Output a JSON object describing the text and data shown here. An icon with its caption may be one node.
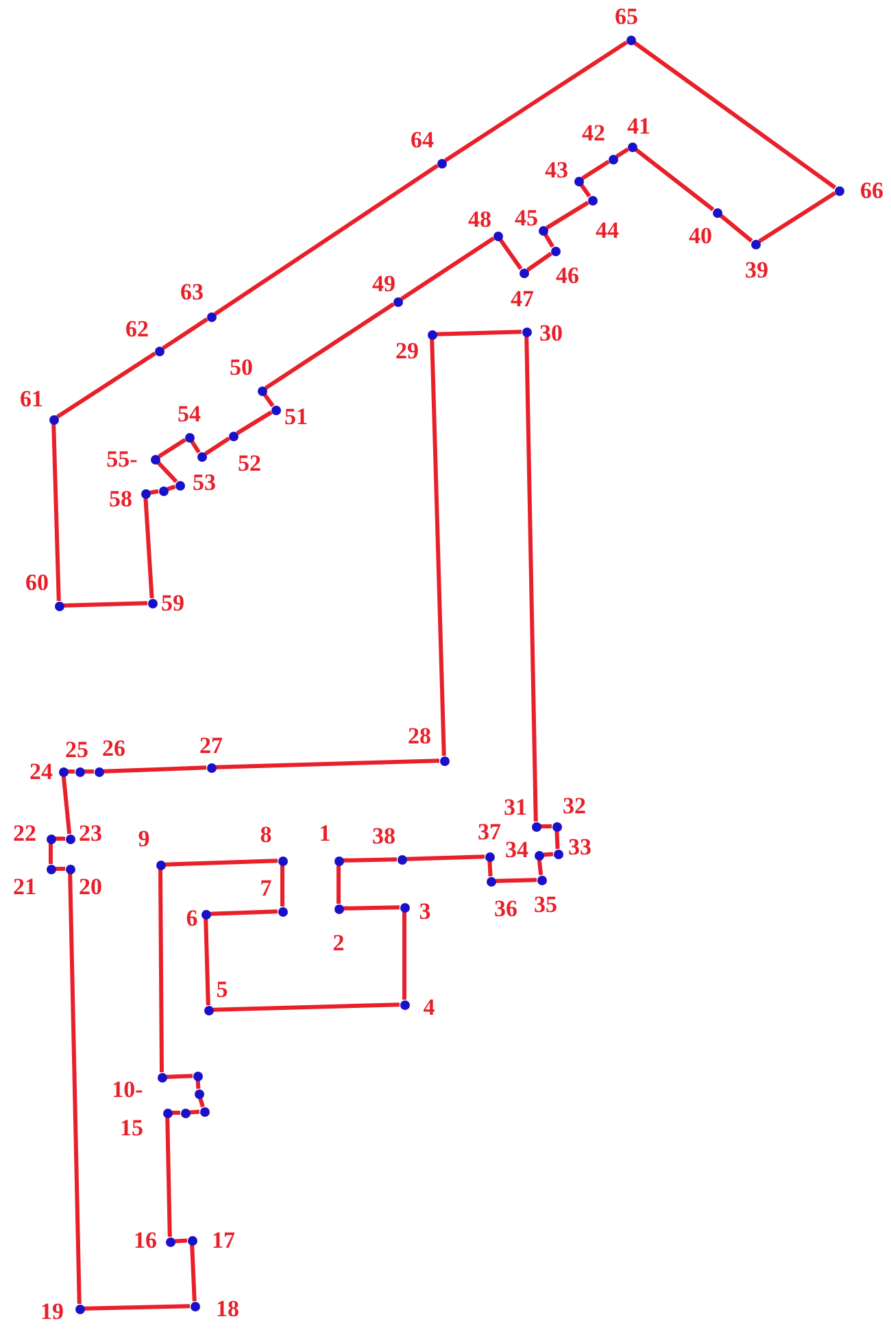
{
  "diagram": {
    "nodes": [
      {
        "text": [
          "1"
        ]
      },
      {
        "text": [
          "2"
        ]
      },
      {
        "text": [
          "3"
        ]
      },
      {
        "text": [
          "4"
        ]
      },
      {
        "text": [
          "5"
        ]
      },
      {
        "text": [
          "6"
        ]
      },
      {
        "text": [
          "7"
        ]
      },
      {
        "text": [
          "8"
        ]
      },
      {
        "text": [
          "9"
        ]
      },
      {
        "text": [
          "10-"
        ]
      },
      {
        "text": [],
        "shape": "circle"
      },
      {
        "text": [],
        "shape": "circle"
      },
      {
        "text": [],
        "shape": "circle"
      },
      {
        "text": [],
        "shape": "circle"
      },
      {
        "text": [
          "15"
        ]
      },
      {
        "text": [
          "16"
        ]
      },
      {
        "text": [
          "17"
        ]
      },
      {
        "text": [
          "18"
        ]
      },
      {
        "text": [
          "19"
        ]
      },
      {
        "text": [
          "20"
        ]
      },
      {
        "text": [
          "21"
        ]
      },
      {
        "text": [
          "22"
        ]
      },
      {
        "text": [
          "23"
        ]
      },
      {
        "text": [
          "24"
        ]
      },
      {
        "text": [
          "25"
        ]
      },
      {
        "text": [
          "26"
        ]
      },
      {
        "text": [
          "27"
        ]
      },
      {
        "text": [
          "28"
        ]
      },
      {
        "text": [
          "29"
        ]
      },
      {
        "text": [
          "30"
        ]
      },
      {
        "text": [
          "31"
        ]
      },
      {
        "text": [
          "32"
        ]
      },
      {
        "text": [
          "33"
        ]
      },
      {
        "text": [
          "34"
        ]
      },
      {
        "text": [
          "35"
        ]
      },
      {
        "text": [
          "36"
        ]
      },
      {
        "text": [
          "37"
        ]
      },
      {
        "text": [
          "38"
        ]
      },
      {
        "text": [
          "39"
        ]
      },
      {
        "text": [
          "40"
        ]
      },
      {
        "text": [
          "41"
        ]
      },
      {
        "text": [
          "42"
        ]
      },
      {
        "text": [
          "43"
        ]
      },
      {
        "text": [
          "44"
        ]
      },
      {
        "text": [
          "45"
        ]
      },
      {
        "text": [
          "46"
        ]
      },
      {
        "text": [
          "47"
        ]
      },
      {
        "text": [
          "48"
        ]
      },
      {
        "text": [
          "49"
        ]
      },
      {
        "text": [
          "50"
        ]
      },
      {
        "text": [
          "51"
        ]
      },
      {
        "text": [
          "52"
        ]
      },
      {
        "text": [],
        "shape": "circle"
      },
      {
        "text": [
          "54"
        ]
      },
      {
        "text": [
          "55-"
        ]
      },
      {
        "text": [
          "53"
        ]
      },
      {
        "text": [],
        "shape": "circle"
      },
      {
        "text": [
          "58"
        ]
      },
      {
        "text": [
          "59"
        ]
      },
      {
        "text": [
          "60"
        ]
      },
      {
        "text": [
          "61"
        ]
      },
      {
        "text": [
          "62"
        ]
      },
      {
        "text": [
          "63"
        ]
      },
      {
        "text": [
          "64"
        ]
      },
      {
        "text": [
          "65"
        ]
      },
      {
        "text": [
          "66"
        ]
      }
    ],
    "edges": [
      {
        "from": 0,
        "to": 1,
        "arrow": "none"
      },
      {
        "from": 1,
        "to": 2,
        "arrow": "none"
      },
      {
        "from": 2,
        "to": 3,
        "arrow": "none"
      },
      {
        "from": 3,
        "to": 4,
        "arrow": "none"
      },
      {
        "from": 4,
        "to": 5,
        "arrow": "none"
      },
      {
        "from": 5,
        "to": 6,
        "arrow": "none"
      },
      {
        "from": 6,
        "to": 7,
        "arrow": "none"
      },
      {
        "from": 7,
        "to": 8,
        "arrow": "none"
      },
      {
        "from": 8,
        "to": 9,
        "arrow": "none"
      },
      {
        "from": 9,
        "to": 10,
        "arrow": "none"
      },
      {
        "from": 10,
        "to": 11,
        "arrow": "none"
      },
      {
        "from": 11,
        "to": 12,
        "arrow": "none"
      },
      {
        "from": 12,
        "to": 13,
        "arrow": "none"
      },
      {
        "from": 13,
        "to": 14,
        "arrow": "none"
      },
      {
        "from": 14,
        "to": 15,
        "arrow": "none"
      },
      {
        "from": 15,
        "to": 16,
        "arrow": "none"
      },
      {
        "from": 16,
        "to": 17,
        "arrow": "none"
      },
      {
        "from": 17,
        "to": 18,
        "arrow": "none"
      },
      {
        "from": 18,
        "to": 19,
        "arrow": "none"
      },
      {
        "from": 19,
        "to": 20,
        "arrow": "none"
      },
      {
        "from": 20,
        "to": 21,
        "arrow": "none"
      },
      {
        "from": 21,
        "to": 22,
        "arrow": "none"
      },
      {
        "from": 22,
        "to": 23,
        "arrow": "none"
      },
      {
        "from": 23,
        "to": 24,
        "arrow": "none"
      },
      {
        "from": 24,
        "to": 25,
        "arrow": "none"
      },
      {
        "from": 25,
        "to": 26,
        "arrow": "none"
      },
      {
        "from": 26,
        "to": 27,
        "arrow": "none"
      },
      {
        "from": 27,
        "to": 28,
        "arrow": "none"
      },
      {
        "from": 28,
        "to": 29,
        "arrow": "none"
      },
      {
        "from": 29,
        "to": 30,
        "arrow": "none"
      },
      {
        "from": 30,
        "to": 31,
        "arrow": "none"
      },
      {
        "from": 31,
        "to": 32,
        "arrow": "none"
      },
      {
        "from": 32,
        "to": 33,
        "arrow": "none"
      },
      {
        "from": 33,
        "to": 34,
        "arrow": "none"
      },
      {
        "from": 34,
        "to": 35,
        "arrow": "none"
      },
      {
        "from": 35,
        "to": 36,
        "arrow": "none"
      },
      {
        "from": 36,
        "to": 37,
        "arrow": "none"
      },
      {
        "from": 37,
        "to": 0,
        "arrow": "none"
      },
      {
        "from": 38,
        "to": 39,
        "arrow": "none"
      },
      {
        "from": 39,
        "to": 40,
        "arrow": "none"
      },
      {
        "from": 40,
        "to": 41,
        "arrow": "none"
      },
      {
        "from": 41,
        "to": 42,
        "arrow": "none"
      },
      {
        "from": 42,
        "to": 43,
        "arrow": "none"
      },
      {
        "from": 43,
        "to": 44,
        "arrow": "none"
      },
      {
        "from": 44,
        "to": 45,
        "arrow": "none"
      },
      {
        "from": 45,
        "to": 46,
        "arrow": "none"
      },
      {
        "from": 46,
        "to": 47,
        "arrow": "none"
      },
      {
        "from": 47,
        "to": 48,
        "arrow": "none"
      },
      {
        "from": 48,
        "to": 49,
        "arrow": "none"
      },
      {
        "from": 49,
        "to": 50,
        "arrow": "none"
      },
      {
        "from": 50,
        "to": 51,
        "arrow": "none"
      },
      {
        "from": 51,
        "to": 52,
        "arrow": "none"
      },
      {
        "from": 52,
        "to": 53,
        "arrow": "none"
      },
      {
        "from": 53,
        "to": 54,
        "arrow": "none"
      },
      {
        "from": 54,
        "to": 55,
        "arrow": "none"
      },
      {
        "from": 55,
        "to": 56,
        "arrow": "none"
      },
      {
        "from": 56,
        "to": 57,
        "arrow": "none"
      },
      {
        "from": 57,
        "to": 58,
        "arrow": "none"
      },
      {
        "from": 58,
        "to": 59,
        "arrow": "none"
      },
      {
        "from": 59,
        "to": 60,
        "arrow": "none"
      },
      {
        "from": 60,
        "to": 61,
        "arrow": "none"
      },
      {
        "from": 61,
        "to": 62,
        "arrow": "none"
      },
      {
        "from": 62,
        "to": 63,
        "arrow": "none"
      },
      {
        "from": 63,
        "to": 64,
        "arrow": "none"
      },
      {
        "from": 64,
        "to": 65,
        "arrow": "none"
      },
      {
        "from": 65,
        "to": 38,
        "arrow": "none"
      }
    ]
  }
}
